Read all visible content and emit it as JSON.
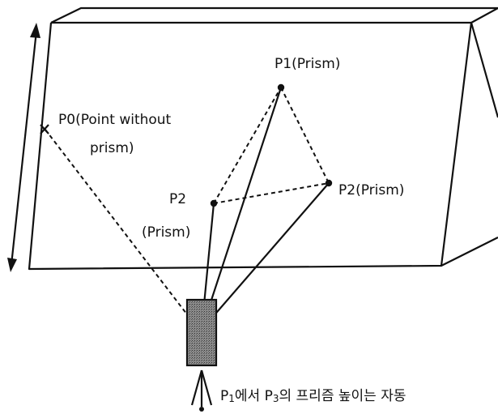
{
  "points": {
    "p0": {
      "label_line1": "P0(Point without",
      "label_line2": "prism)"
    },
    "p1": {
      "label": "P1(Prism)"
    },
    "p2_left": {
      "label_line1": "P2",
      "label_line2": "(Prism)"
    },
    "p2_right": {
      "label": "P2(Prism)"
    }
  },
  "caption": {
    "p_letter_1": "P",
    "sub_1": "1",
    "middle": "에서 ",
    "p_letter_3": "P",
    "sub_3": "3",
    "rest": "의 프리즘 높이는 자동"
  },
  "colors": {
    "line": "#111111",
    "instrument_fill": "#7a7a7a",
    "background": "#ffffff"
  }
}
